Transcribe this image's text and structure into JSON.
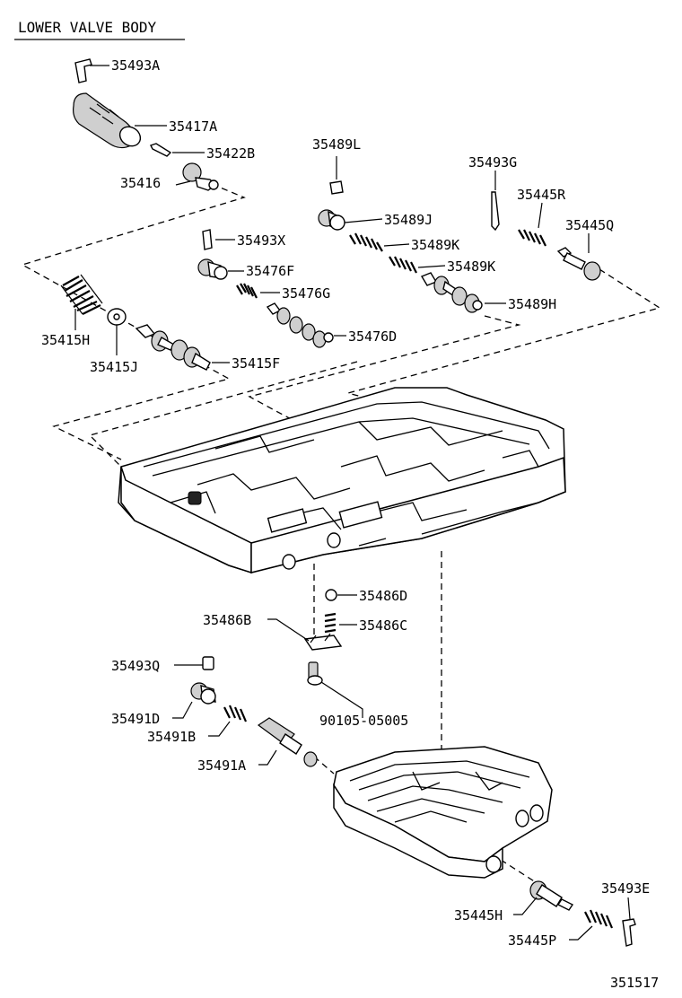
{
  "title": "LOWER VALVE BODY",
  "figure_number": "351517",
  "labels": {
    "p35493A": "35493A",
    "p35417A": "35417A",
    "p35422B": "35422B",
    "p35416": "35416",
    "p35489L": "35489L",
    "p35493G": "35493G",
    "p35445R": "35445R",
    "p35489J": "35489J",
    "p35445Q": "35445Q",
    "p35493X": "35493X",
    "p35489K1": "35489K",
    "p35489K2": "35489K",
    "p35476F": "35476F",
    "p35476G": "35476G",
    "p35489H": "35489H",
    "p35476D": "35476D",
    "p35415H": "35415H",
    "p35415J": "35415J",
    "p35415F": "35415F",
    "p35486D": "35486D",
    "p35486B": "35486B",
    "p35486C": "35486C",
    "p35493Q": "35493Q",
    "p35491D": "35491D",
    "p35491B": "35491B",
    "p35491A": "35491A",
    "p90105": "90105-05005",
    "p35493E": "35493E",
    "p35445H": "35445H",
    "p35445P": "35445P"
  }
}
